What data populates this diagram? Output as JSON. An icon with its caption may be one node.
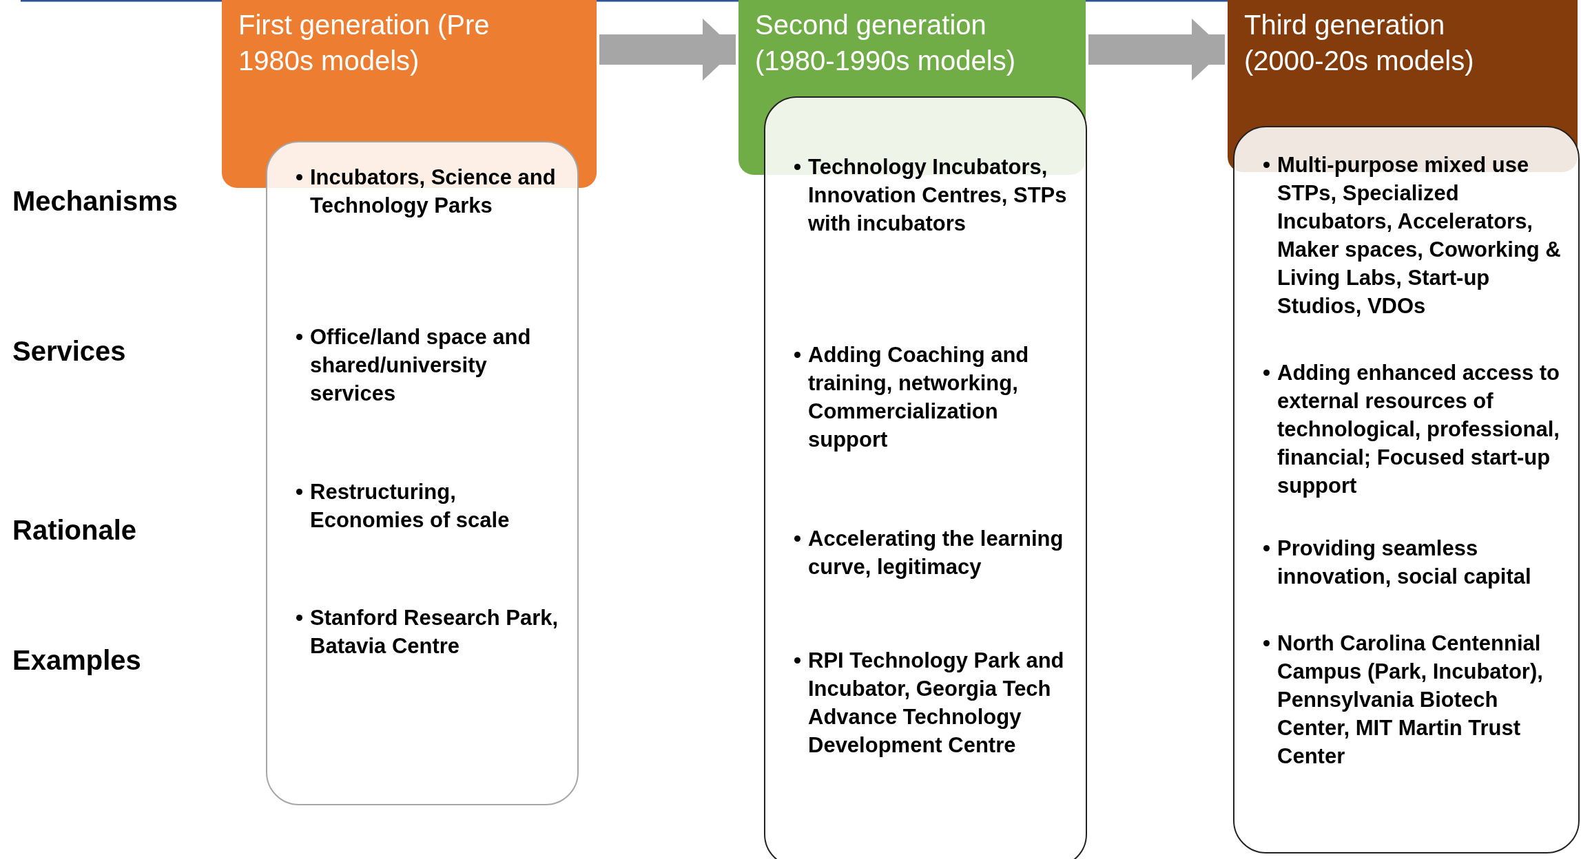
{
  "diagram": {
    "nodes": [
      {
        "text": [
          "First generation (Pre 1980s models)"
        ]
      },
      {
        "text": [
          "Second generation (1980-1990s models)"
        ]
      },
      {
        "text": [
          "Third generation (2000-20s models)"
        ]
      },
      {
        "text": [
          "Incubators, Science and Technology Parks",
          "Office/land space and shared/university services",
          "Restructuring, Economies of scale",
          "Stanford Research Park, Batavia Centre"
        ]
      },
      {
        "text": [
          "Technology Incubators, Innovation Centres, STPs with incubators",
          "Adding Coaching and training, networking, Commercialization support",
          "Accelerating the learning curve, legitimacy",
          "RPI Technology Park and Incubator, Georgia Tech Advance Technology Development Centre"
        ]
      },
      {
        "text": [
          "Multi-purpose mixed use STPs, Specialized Incubators, Accelerators, Maker spaces, Coworking & Living Labs, Start-up Studios, VDOs",
          "Adding enhanced access to external resources of technological, professional, financial; Focused start-up support",
          "Providing seamless innovation, social capital",
          "North Carolina Centennial Campus (Park, Incubator), Pennsylvania Biotech Center, MIT Martin Trust Center"
        ]
      }
    ],
    "edges": [
      {
        "from": 0,
        "to": 1,
        "arrow": "to"
      },
      {
        "from": 1,
        "to": 2,
        "arrow": "to"
      }
    ],
    "labels": [
      "Mechanisms",
      "Services",
      "Rationale",
      "Examples"
    ]
  }
}
